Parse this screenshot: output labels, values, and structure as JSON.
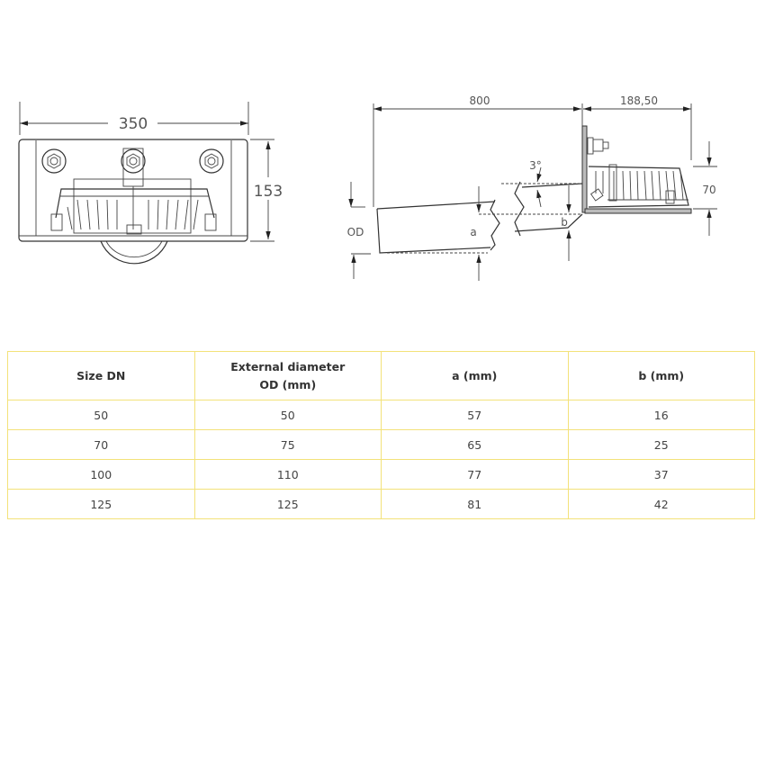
{
  "drawings": {
    "front_view": {
      "width_label": "350",
      "height_label": "153"
    },
    "side_view": {
      "length_label": "800",
      "depth_label": "188,50",
      "height_label": "70",
      "angle_label": "3°",
      "od_label": "OD",
      "a_label": "a",
      "b_label": "b"
    }
  },
  "table": {
    "headers": [
      "Size DN",
      "External diameter OD (mm)",
      "a (mm)",
      "b (mm)"
    ],
    "rows": [
      [
        "50",
        "50",
        "57",
        "16"
      ],
      [
        "70",
        "75",
        "65",
        "25"
      ],
      [
        "100",
        "110",
        "77",
        "37"
      ],
      [
        "125",
        "125",
        "81",
        "42"
      ]
    ],
    "border_color": "#f3e27a"
  }
}
